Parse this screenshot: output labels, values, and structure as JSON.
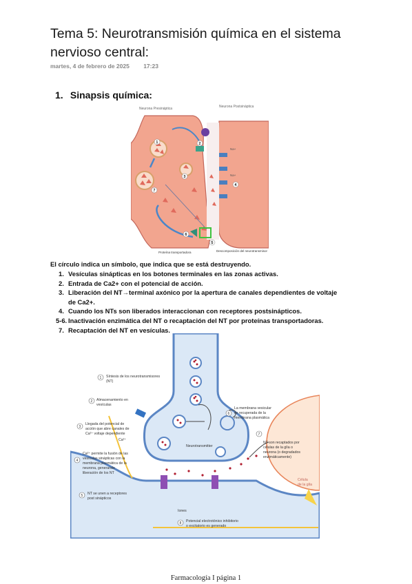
{
  "page": {
    "title": "Tema 5: Neurotransmisión química en el sistema nervioso central:",
    "date": "martes, 4 de febrero de 2025",
    "time": "17:23",
    "section": {
      "number": "1.",
      "label": "Sinapsis química:"
    }
  },
  "figure1": {
    "presynaptic_label": "Neurona Presináptica",
    "postsynaptic_label": "Neurona Postsináptica",
    "transport_label": "Proteína transportadora",
    "decomposition_label": "Descomposición del neurotransmisor",
    "na_label": "Na+",
    "numbers": [
      "1",
      "2",
      "3",
      "4",
      "5",
      "6",
      "7"
    ]
  },
  "text": {
    "note": "El círculo indica un símbolo, que indica que se está destruyendo.",
    "steps": [
      {
        "n": "1.",
        "text": "Vesículas sinápticas en los botones terminales en las zonas activas."
      },
      {
        "n": "2.",
        "text": "Entrada de Ca2+ con el potencial de acción."
      },
      {
        "n": "3.",
        "text": "Liberación del NT→terminal axónico por la apertura de canales dependientes de voltaje de Ca2+."
      },
      {
        "n": "4.",
        "text": "Cuando los NTs son liberados interaccionan con receptores postsinápticos."
      },
      {
        "n": "5-6.",
        "text": "Inactivación enzimática del NT o recaptación del NT por proteínas transportadoras."
      },
      {
        "n": "7.",
        "text": "Recaptación del NT en vesículas."
      }
    ]
  },
  "figure2": {
    "labels": {
      "l1": [
        "Síntesis de los neurotransmisores",
        "(NT)"
      ],
      "l2": [
        "Almacenamiento en",
        "vesículas"
      ],
      "l3": [
        "Llegada del potencial de",
        "acción que abre canales de",
        "Ca²⁺ voltaje dependiente"
      ],
      "l4": [
        "Ca²⁺ permite la fusión de las",
        "vesículas sinápticas con la",
        "membrana plasmática de la",
        "neurona, generando",
        "liberación de los NT"
      ],
      "l5": [
        "NT se unen a receptores",
        "post sinápticos"
      ],
      "l6": [
        "La membrana vesicular",
        "es recuperada de la",
        "membrana plasmática"
      ],
      "l7": [
        "NT son recaptados por",
        "células de la glía o",
        "neurona (o degradados",
        "enzimáticamente)"
      ],
      "l8": [
        "Potencial electrotónico inhibitorio",
        "o excitatorio es generado"
      ],
      "ca": "Ca²⁺",
      "neurotransmitter": "Neurotransmitter",
      "ions": "Iones",
      "glia": [
        "Célula",
        "de la glía"
      ]
    },
    "numbers": [
      "1",
      "2",
      "3",
      "4",
      "5",
      "6",
      "7",
      "8"
    ]
  },
  "footer": "Farmacología I página 1",
  "colors": {
    "neuron_fill": "#f2a58f",
    "neuron_outline": "#c2665a",
    "axon_fill": "#dbe8f6",
    "axon_outline": "#5b86c4",
    "glia_fill": "#fde7d6",
    "glia_outline": "#e8855a",
    "nt_dot": "#b01d2f"
  }
}
